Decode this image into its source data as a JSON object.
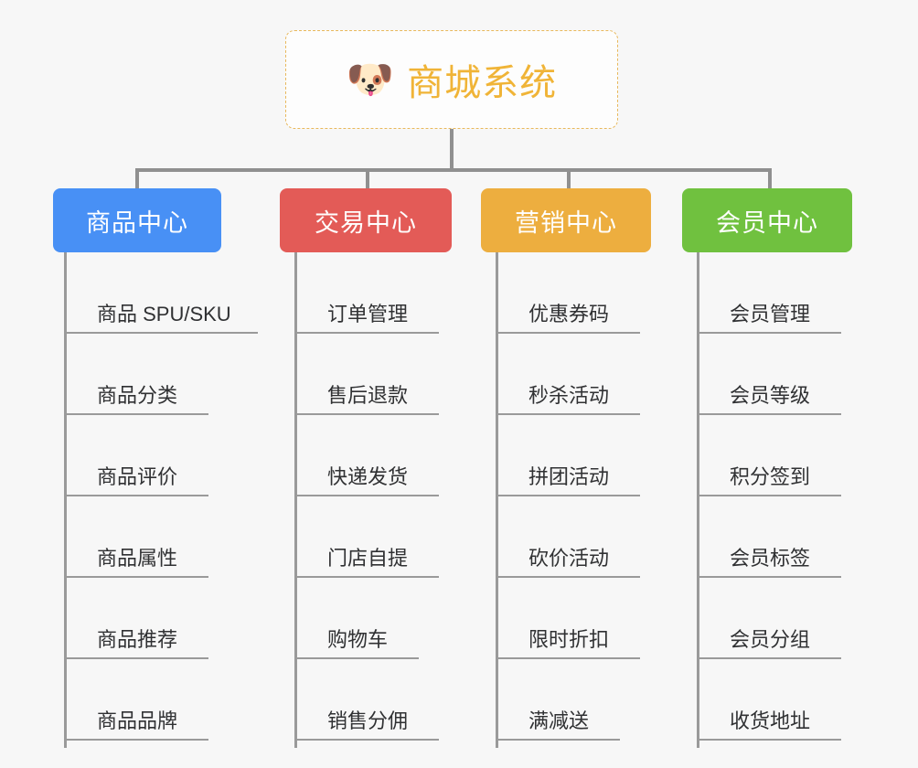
{
  "diagram": {
    "type": "org-chart",
    "background_color": "#f7f7f7",
    "connector_color": "#909090",
    "root": {
      "icon": "dog-face-icon",
      "icon_glyph": "🐶",
      "title": "商城系统",
      "title_color": "#f0b437",
      "border_style": "dashed",
      "border_color": "#e8b85c",
      "background_color": "#fdfdfd"
    },
    "branches": [
      {
        "id": "product-center",
        "label": "商品中心",
        "color": "#4890f5",
        "items": [
          "商品 SPU/SKU",
          "商品分类",
          "商品评价",
          "商品属性",
          "商品推荐",
          "商品品牌"
        ]
      },
      {
        "id": "trade-center",
        "label": "交易中心",
        "color": "#e35b57",
        "items": [
          "订单管理",
          "售后退款",
          "快递发货",
          "门店自提",
          "购物车",
          "销售分佣"
        ]
      },
      {
        "id": "marketing-center",
        "label": "营销中心",
        "color": "#edae3f",
        "items": [
          "优惠券码",
          "秒杀活动",
          "拼团活动",
          "砍价活动",
          "限时折扣",
          "满减送"
        ]
      },
      {
        "id": "member-center",
        "label": "会员中心",
        "color": "#70c13f",
        "items": [
          "会员管理",
          "会员等级",
          "积分签到",
          "会员标签",
          "会员分组",
          "收货地址"
        ]
      }
    ]
  }
}
